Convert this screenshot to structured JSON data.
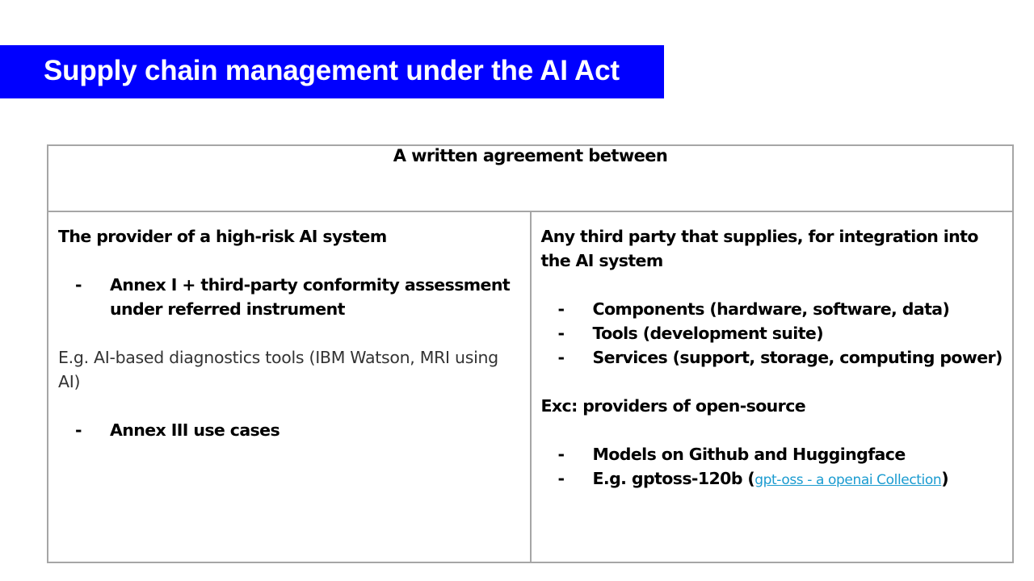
{
  "slide": {
    "title": "Supply chain management under the AI Act",
    "colors": {
      "title_bar": "#0000ff",
      "title_text": "#ffffff",
      "border": "#a6a6a6",
      "link": "#1a9bd0"
    }
  },
  "table": {
    "header": "A written agreement between",
    "left": {
      "heading": "The provider of a high-risk AI system",
      "bullets_1": [
        {
          "marker": "-",
          "text": "Annex I + third-party conformity assessment under referred instrument"
        }
      ],
      "example": "E.g. AI-based diagnostics tools (IBM Watson, MRI using AI)",
      "bullets_2": [
        {
          "marker": "-",
          "text": "Annex III use cases"
        }
      ]
    },
    "right": {
      "heading": "Any third party that supplies, for integration into the AI system",
      "bullets_1": [
        {
          "marker": "-",
          "text": "Components (hardware, software, data)"
        },
        {
          "marker": "-",
          "text": "Tools (development suite)"
        },
        {
          "marker": "-",
          "text": "Services (support, storage, computing power)"
        }
      ],
      "exception": "Exc: providers of open-source",
      "bullets_2": [
        {
          "marker": "-",
          "text": "Models on Github and Huggingface"
        },
        {
          "marker": "-",
          "text_prefix": "E.g. gptoss-120b (",
          "link_text": "gpt-oss - a openai Collection",
          "text_suffix": ")"
        }
      ]
    }
  }
}
